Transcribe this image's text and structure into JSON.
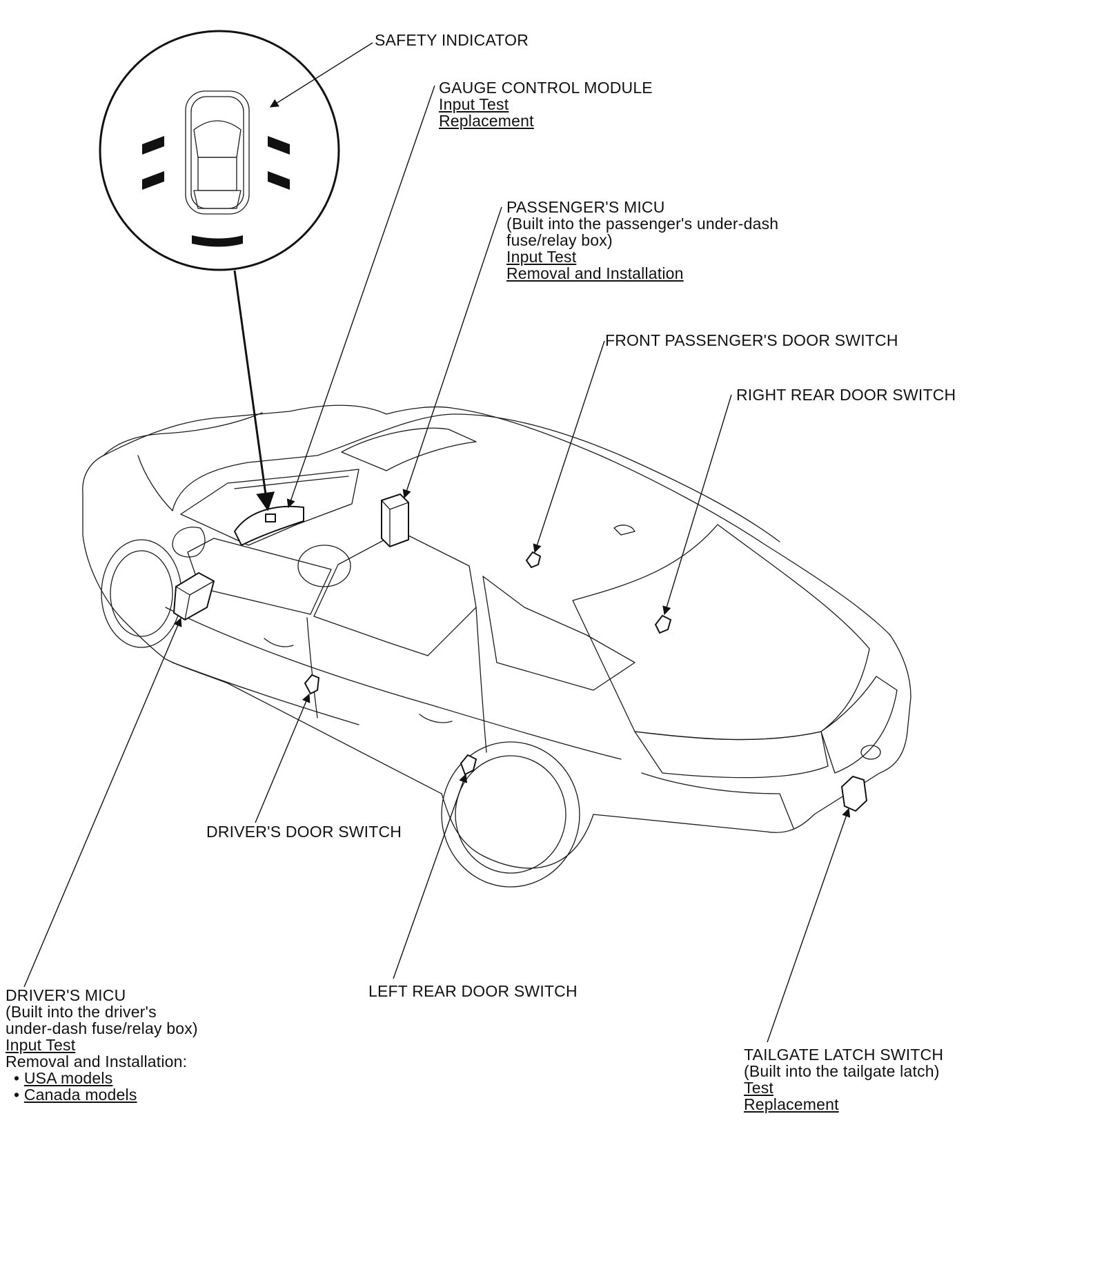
{
  "labels": {
    "safety_indicator": "SAFETY INDICATOR",
    "gauge_module": {
      "title": "GAUGE CONTROL MODULE",
      "links": [
        "Input Test",
        "Replacement"
      ]
    },
    "passenger_micu": {
      "title": "PASSENGER'S MICU",
      "desc": [
        "(Built into the passenger's under-dash",
        "fuse/relay box)"
      ],
      "links": [
        "Input Test",
        "Removal and Installation"
      ]
    },
    "front_passenger_door_switch": "FRONT PASSENGER'S DOOR SWITCH",
    "right_rear_door_switch": "RIGHT REAR DOOR SWITCH",
    "drivers_door_switch": "DRIVER'S DOOR SWITCH",
    "left_rear_door_switch": "LEFT REAR DOOR SWITCH",
    "driver_micu": {
      "title": "DRIVER'S MICU",
      "desc": [
        "(Built into the driver's",
        "under-dash fuse/relay box)"
      ],
      "link_input_test": "Input Test",
      "removal_label": "Removal and Installation:",
      "models": [
        "USA models",
        "Canada models"
      ]
    },
    "tailgate_latch_switch": {
      "title": "TAILGATE LATCH SWITCH",
      "desc": "(Built into the tailgate latch)",
      "links": [
        "Test",
        "Replacement"
      ]
    }
  }
}
